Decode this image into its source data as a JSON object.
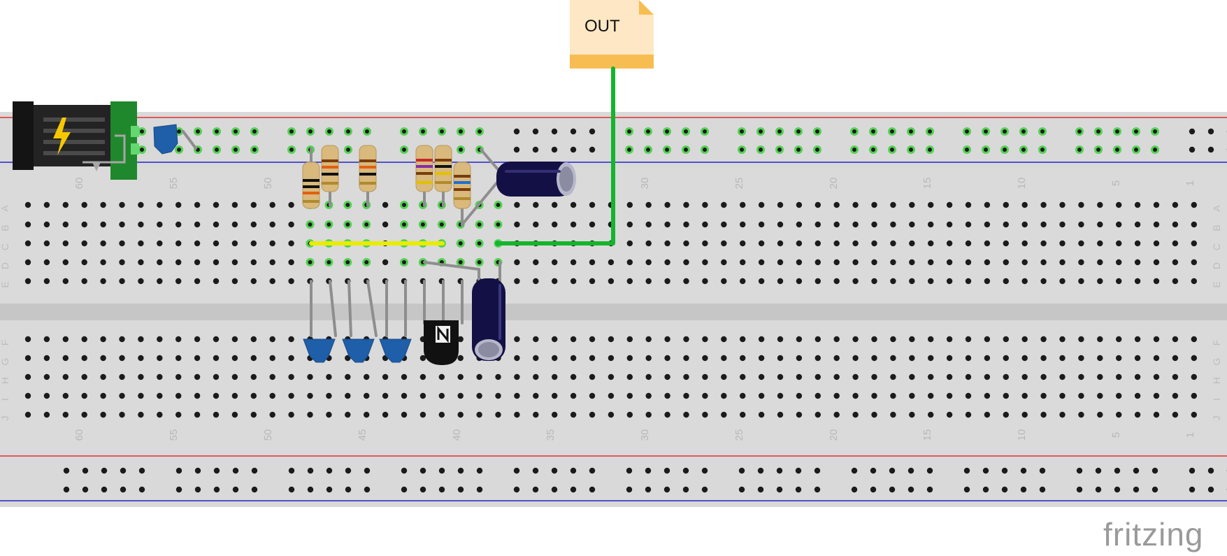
{
  "net_label": "OUT",
  "watermark": "fritzing",
  "breadboard": {
    "column_labels": [
      "60",
      "55",
      "50",
      "45",
      "40",
      "35",
      "30",
      "25",
      "20",
      "15",
      "10",
      "5",
      "1"
    ],
    "row_labels_top": [
      "A",
      "B",
      "C",
      "D",
      "E"
    ],
    "row_labels_bottom": [
      "F",
      "G",
      "H",
      "I",
      "J"
    ]
  },
  "colors": {
    "board": "#d9d9d9",
    "rail_red": "#e23131",
    "rail_blue": "#2424c8",
    "hole": "#1b1b1b",
    "hole_active": "#54d154",
    "wire_yellow": "#e8ec00",
    "wire_green": "#14b52c",
    "wire_gray": "#8e8e8e",
    "ceramic_cap": "#1f5ea8",
    "electrolytic": "#131045",
    "note": "#fde7c4",
    "note_band": "#f8bd52",
    "dc_jack_pcb": "#20882c"
  }
}
